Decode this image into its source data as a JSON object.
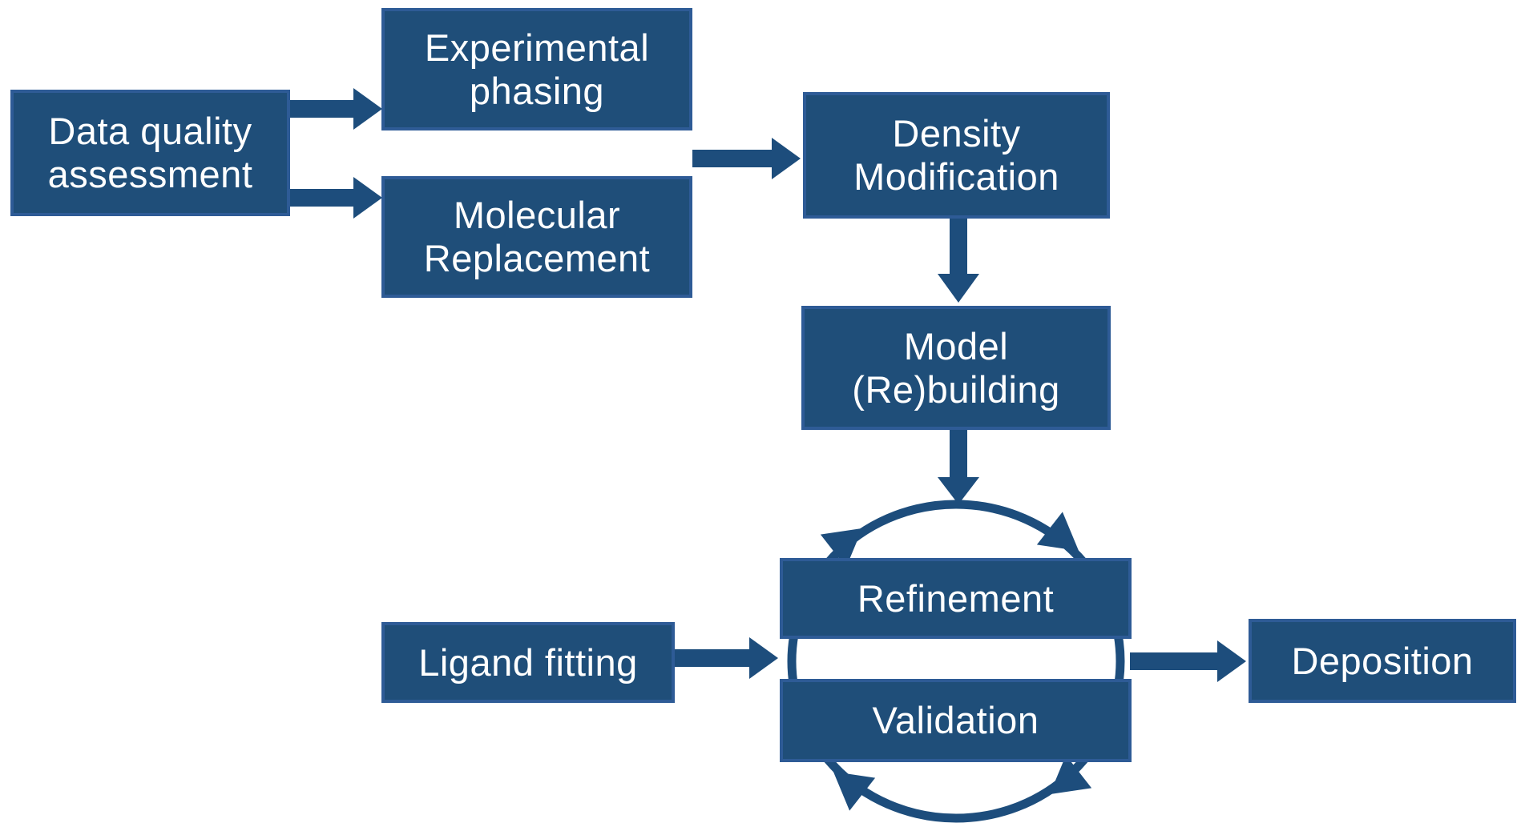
{
  "diagram": {
    "background_color": "#ffffff",
    "box_fill_color": "#1f4e79",
    "box_border_color": "#2e5b96",
    "arrow_color": "#1d4d7c",
    "text_color": "#ffffff",
    "nodes": {
      "data_quality": {
        "lines": [
          "Data quality",
          "assessment"
        ]
      },
      "experimental_phasing": {
        "lines": [
          "Experimental",
          "phasing"
        ]
      },
      "molecular_replacement": {
        "lines": [
          "Molecular",
          "Replacement"
        ]
      },
      "density_modification": {
        "lines": [
          "Density",
          "Modification"
        ]
      },
      "model_rebuilding": {
        "lines": [
          "Model",
          "(Re)building"
        ]
      },
      "refinement": {
        "label": "Refinement"
      },
      "validation": {
        "label": "Validation"
      },
      "ligand_fitting": {
        "label": "Ligand fitting"
      },
      "deposition": {
        "label": "Deposition"
      }
    },
    "edges": [
      {
        "from": "data_quality",
        "to": "experimental_phasing"
      },
      {
        "from": "data_quality",
        "to": "molecular_replacement"
      },
      {
        "from": "experimental_phasing",
        "to": "density_modification"
      },
      {
        "from": "molecular_replacement",
        "to": "density_modification"
      },
      {
        "from": "density_modification",
        "to": "model_rebuilding"
      },
      {
        "from": "model_rebuilding",
        "to": "refinement_validation_cycle"
      },
      {
        "from": "ligand_fitting",
        "to": "refinement_validation_cycle"
      },
      {
        "from": "refinement_validation_cycle",
        "to": "deposition"
      }
    ]
  }
}
